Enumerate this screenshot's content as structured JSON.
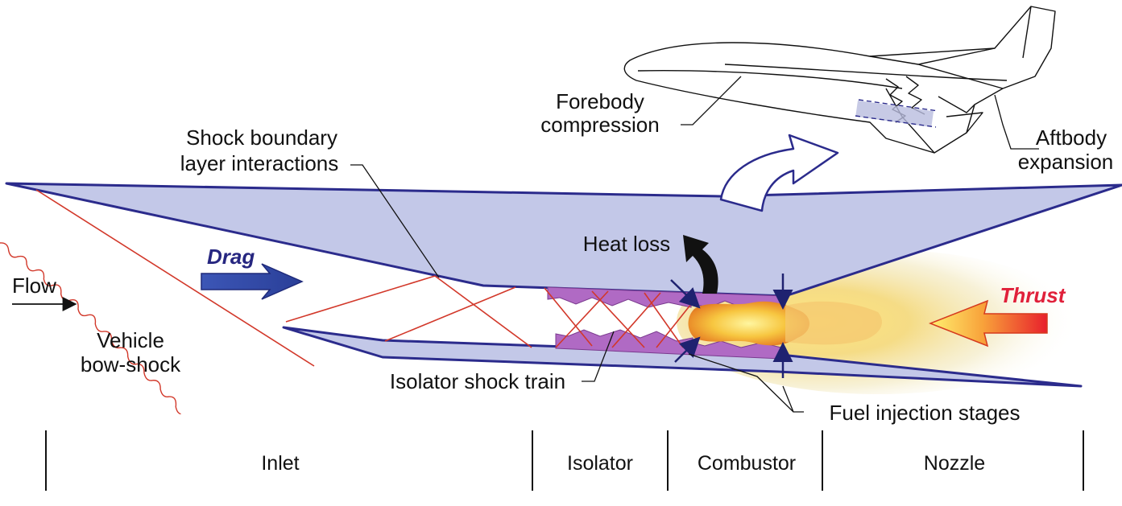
{
  "labels": {
    "flow": "Flow",
    "vehicle_bow_shock": [
      "Vehicle",
      "bow-shock"
    ],
    "drag": "Drag",
    "shock_boundary": [
      "Shock boundary",
      "layer interactions"
    ],
    "forebody": [
      "Forebody",
      "compression"
    ],
    "aftbody": [
      "Aftbody",
      "expansion"
    ],
    "heat_loss": "Heat loss",
    "thrust": "Thrust",
    "isolator_shock_train": "Isolator shock train",
    "fuel_injection": "Fuel injection stages"
  },
  "sections": [
    "Inlet",
    "Isolator",
    "Combustor",
    "Nozzle"
  ],
  "colors": {
    "duct_fill": "#c3c8e8",
    "duct_stroke": "#2b2b8c",
    "shock_red": "#d2382a",
    "purple": "#b06ac4",
    "drag_arrow": "#2e4aa8",
    "drag_text": "#262680",
    "thrust_text": "#e0203a"
  }
}
